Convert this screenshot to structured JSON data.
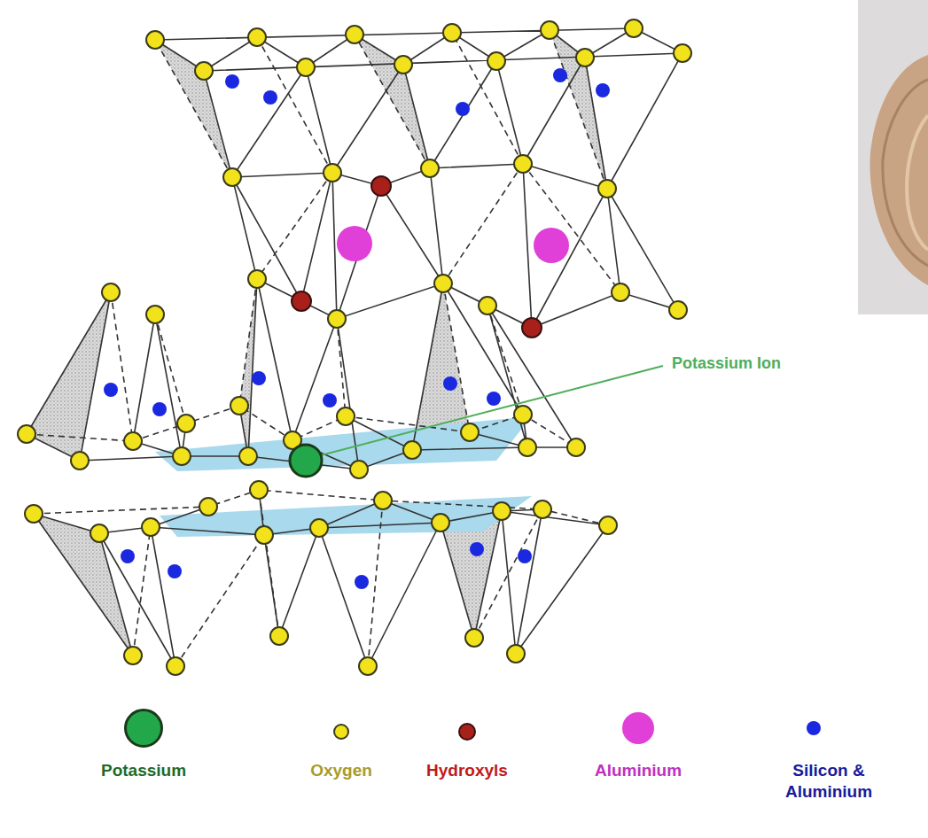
{
  "diagram": {
    "labels": [
      "Potassium Ion"
    ],
    "legend": [
      {
        "text": "Potassium",
        "color": "#22a84a"
      },
      {
        "text": "Oxygen",
        "color": "#f2e21c"
      },
      {
        "text": "Hydroxyls",
        "color": "#a8201a"
      },
      {
        "text": "Aluminium",
        "color": "#e040d8"
      },
      {
        "text": "Silicon & Aluminium",
        "color": "#1a28e0"
      }
    ]
  }
}
